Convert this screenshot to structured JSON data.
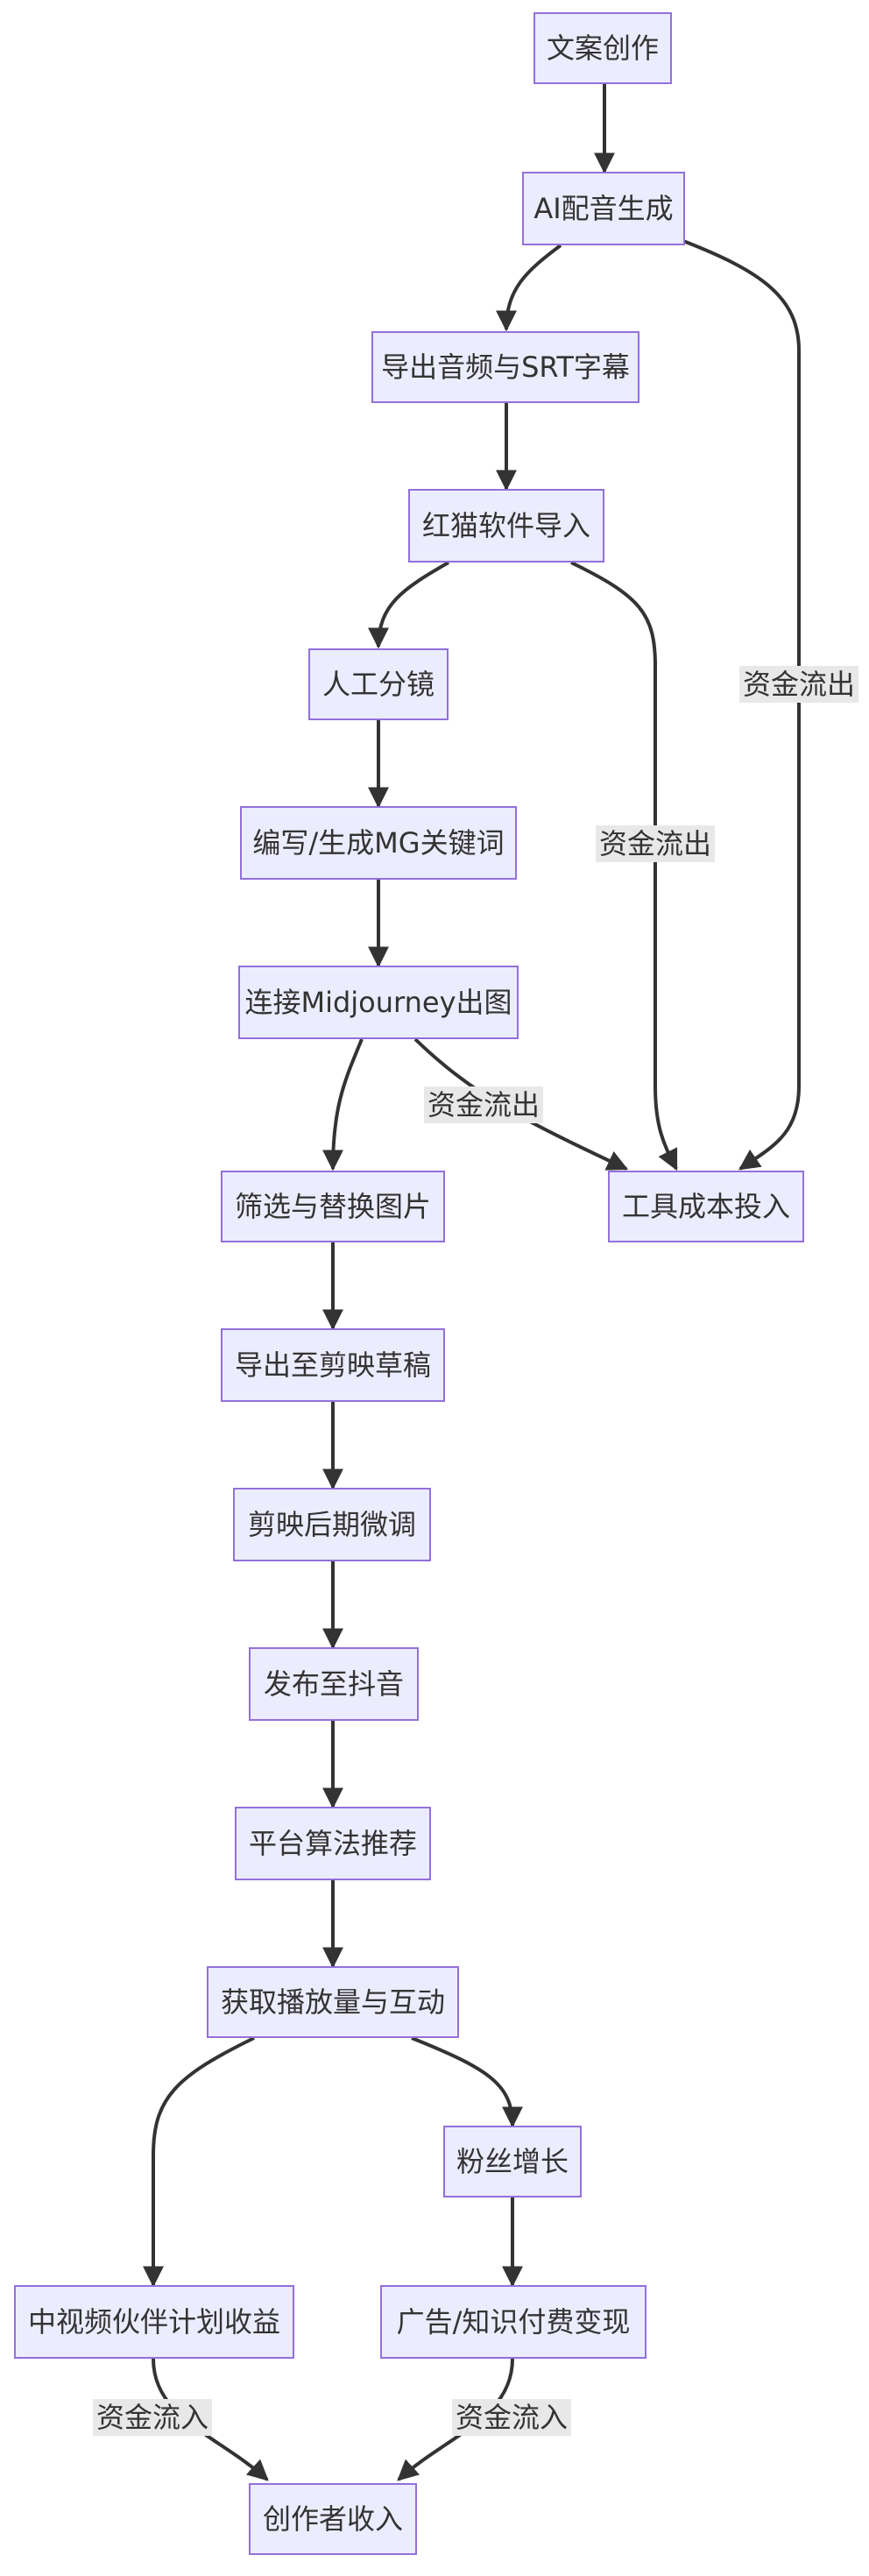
{
  "nodes": {
    "copywriting": "文案创作",
    "ai_voice": "AI配音生成",
    "export_audio": "导出音频与SRT字幕",
    "hongmao_import": "红猫软件导入",
    "manual_storyboard": "人工分镜",
    "mg_keywords": "编写/生成MG关键词",
    "midjourney": "连接Midjourney出图",
    "tool_cost": "工具成本投入",
    "filter_images": "筛选与替换图片",
    "export_jianying": "导出至剪映草稿",
    "jianying_adjust": "剪映后期微调",
    "publish_douyin": "发布至抖音",
    "algorithm": "平台算法推荐",
    "views_interaction": "获取播放量与互动",
    "fan_growth": "粉丝增长",
    "zhongshipin_income": "中视频伙伴计划收益",
    "ad_monetization": "广告/知识付费变现",
    "creator_income": "创作者收入"
  },
  "edge_labels": {
    "voice_cost": "资金流出",
    "import_cost": "资金流出",
    "mj_cost": "资金流出",
    "zsp_income": "资金流入",
    "ad_income": "资金流入"
  },
  "colors": {
    "node_fill": "#ECECFF",
    "node_border": "#9370DB",
    "edge": "#333333",
    "label_bg": "#e8e8e8",
    "text": "#333333"
  }
}
